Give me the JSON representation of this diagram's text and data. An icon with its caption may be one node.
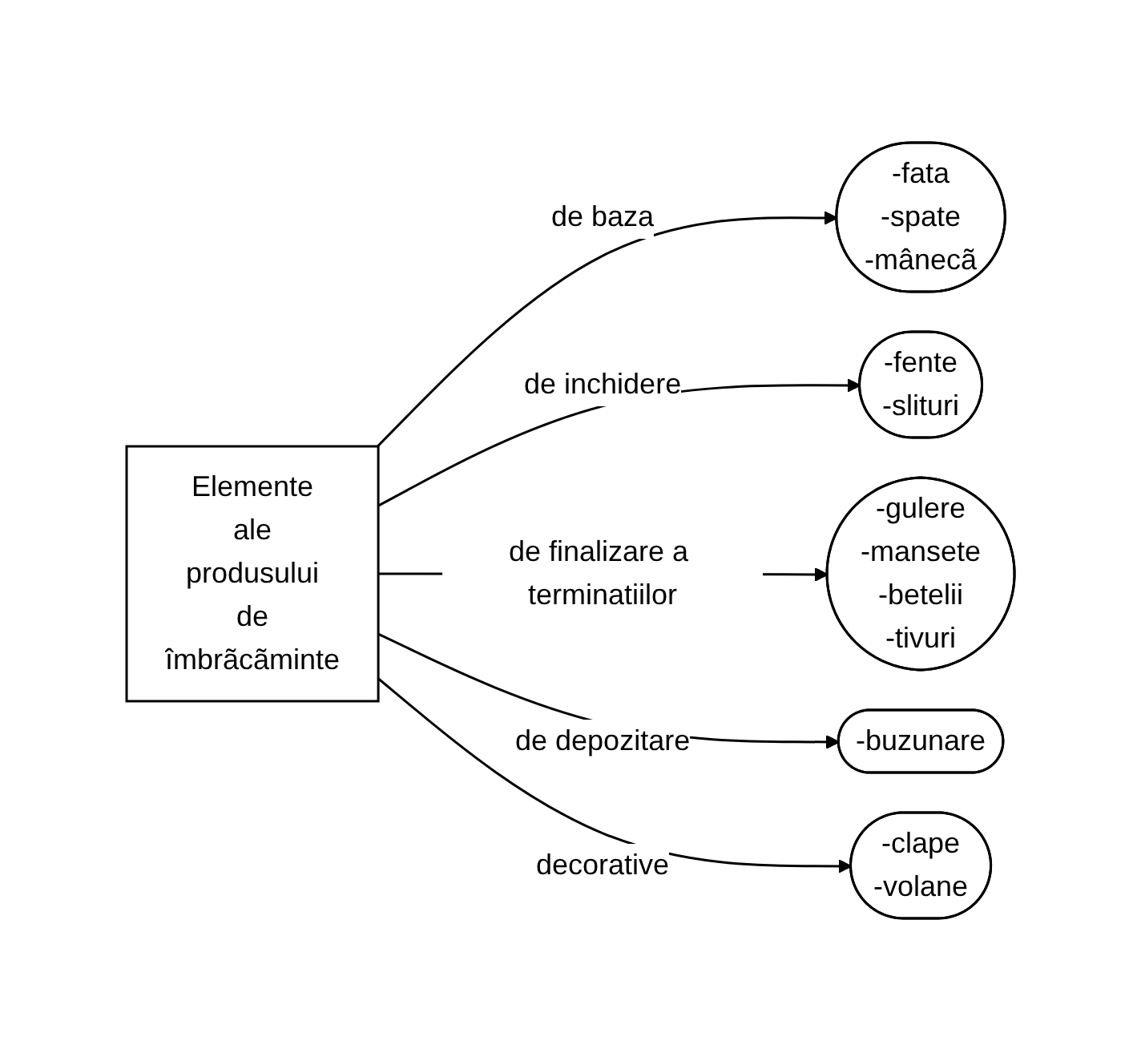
{
  "diagram": {
    "nodes": [
      {
        "text": [
          "Elemente ale produsului de îmbrãcãminte"
        ]
      },
      {
        "text": [
          "-fata -spate -mânecã"
        ]
      },
      {
        "text": [
          "-fente -slituri"
        ]
      },
      {
        "text": [
          "-gulere -mansete -betelii -tivuri"
        ]
      },
      {
        "text": [
          "-buzunare"
        ]
      },
      {
        "text": [
          "-clape -volane"
        ]
      }
    ],
    "edges": [
      {
        "from": 0,
        "to": 1,
        "arrow": "to",
        "label": "de baza"
      },
      {
        "from": 0,
        "to": 2,
        "arrow": "to",
        "label": "de inchidere"
      },
      {
        "from": 0,
        "to": 3,
        "arrow": "to",
        "label": "de finalizare a terminatiilor"
      },
      {
        "from": 0,
        "to": 4,
        "arrow": "to",
        "label": "de depozitare"
      },
      {
        "from": 0,
        "to": 5,
        "arrow": "to",
        "label": "decorative"
      }
    ]
  }
}
